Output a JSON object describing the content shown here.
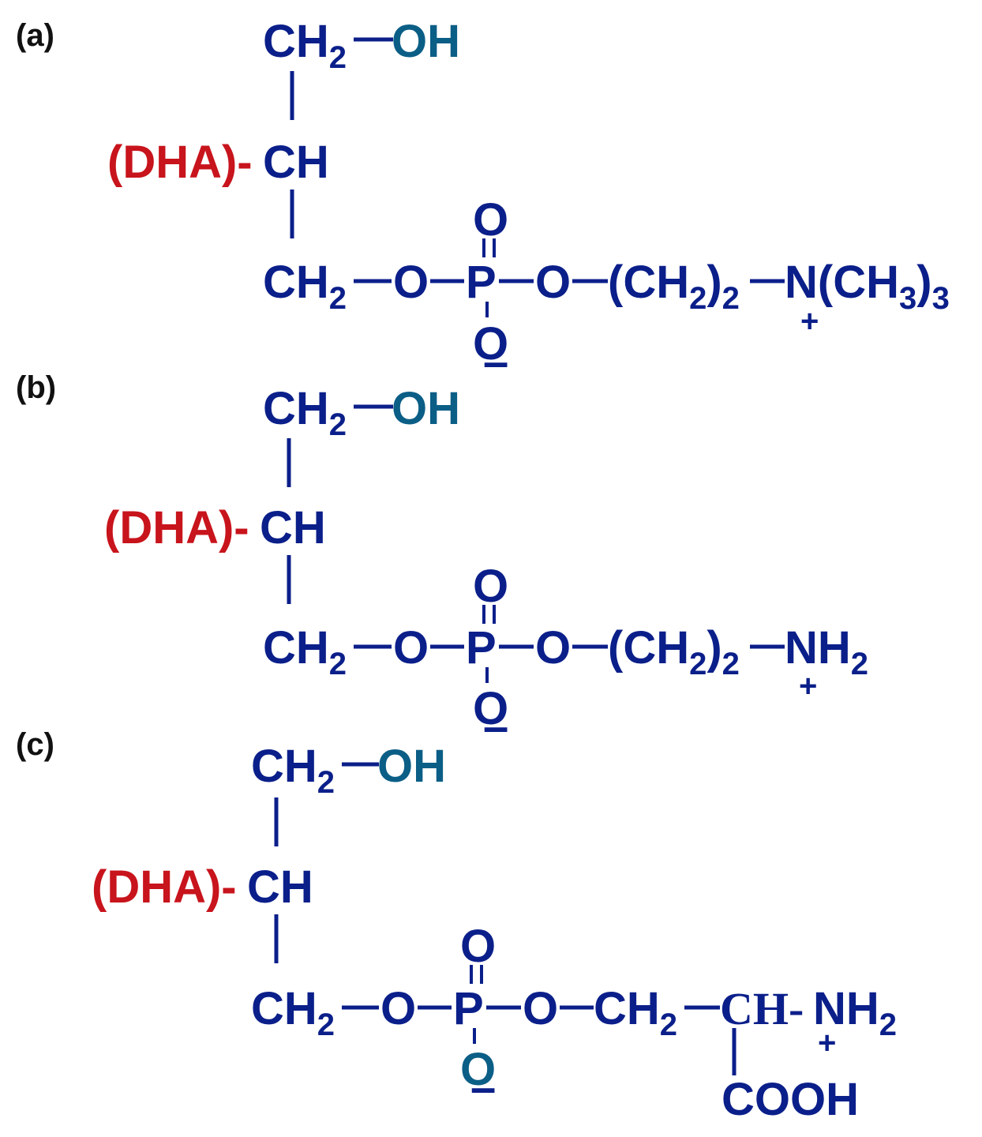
{
  "colors": {
    "primary": "#0b1f8a",
    "hydroxyl": "#0b5e86",
    "dha": "#c8141c",
    "label": "#111111"
  },
  "panel_a": {
    "label": "(a)",
    "top_ch2": "CH",
    "top_ch2_sub": "2",
    "oh": "OH",
    "dha": "(DHA)-",
    "ch": "CH",
    "bottom_ch2": "CH",
    "bottom_ch2_sub": "2",
    "o1": "O",
    "p": "P",
    "o2": "O",
    "o_double": "O",
    "o_minus": "O",
    "minus": "–",
    "ch2_group_open": "(CH",
    "ch2_group_sub": "2",
    "ch2_group_close": ")",
    "ch2_group_mult": "2",
    "n_group": "N(CH",
    "n_group_sub": "3",
    "n_group_close": ")",
    "n_group_mult": "3",
    "plus": "+"
  },
  "panel_b": {
    "label": "(b)",
    "top_ch2": "CH",
    "top_ch2_sub": "2",
    "oh": "OH",
    "dha": "(DHA)-",
    "ch": "CH",
    "bottom_ch2": "CH",
    "bottom_ch2_sub": "2",
    "o1": "O",
    "p": "P",
    "o2": "O",
    "o_double": "O",
    "o_minus": "O",
    "minus": "–",
    "ch2_group_open": "(CH",
    "ch2_group_sub": "2",
    "ch2_group_close": ")",
    "ch2_group_mult": "2",
    "nh2": "NH",
    "nh2_sub": "2",
    "plus": "+"
  },
  "panel_c": {
    "label": "(c)",
    "top_ch2": "CH",
    "top_ch2_sub": "2",
    "oh": "OH",
    "dha": "(DHA)-",
    "ch": "CH",
    "bottom_ch2": "CH",
    "bottom_ch2_sub": "2",
    "o1": "O",
    "p": "P",
    "o2": "O",
    "o_double": "O",
    "o_minus": "O",
    "minus": "–",
    "ch2b": "CH",
    "ch2b_sub": "2",
    "ch_serine": "CH-",
    "nh2": "NH",
    "nh2_sub": "2",
    "plus": "+",
    "cooh": "COOH"
  }
}
